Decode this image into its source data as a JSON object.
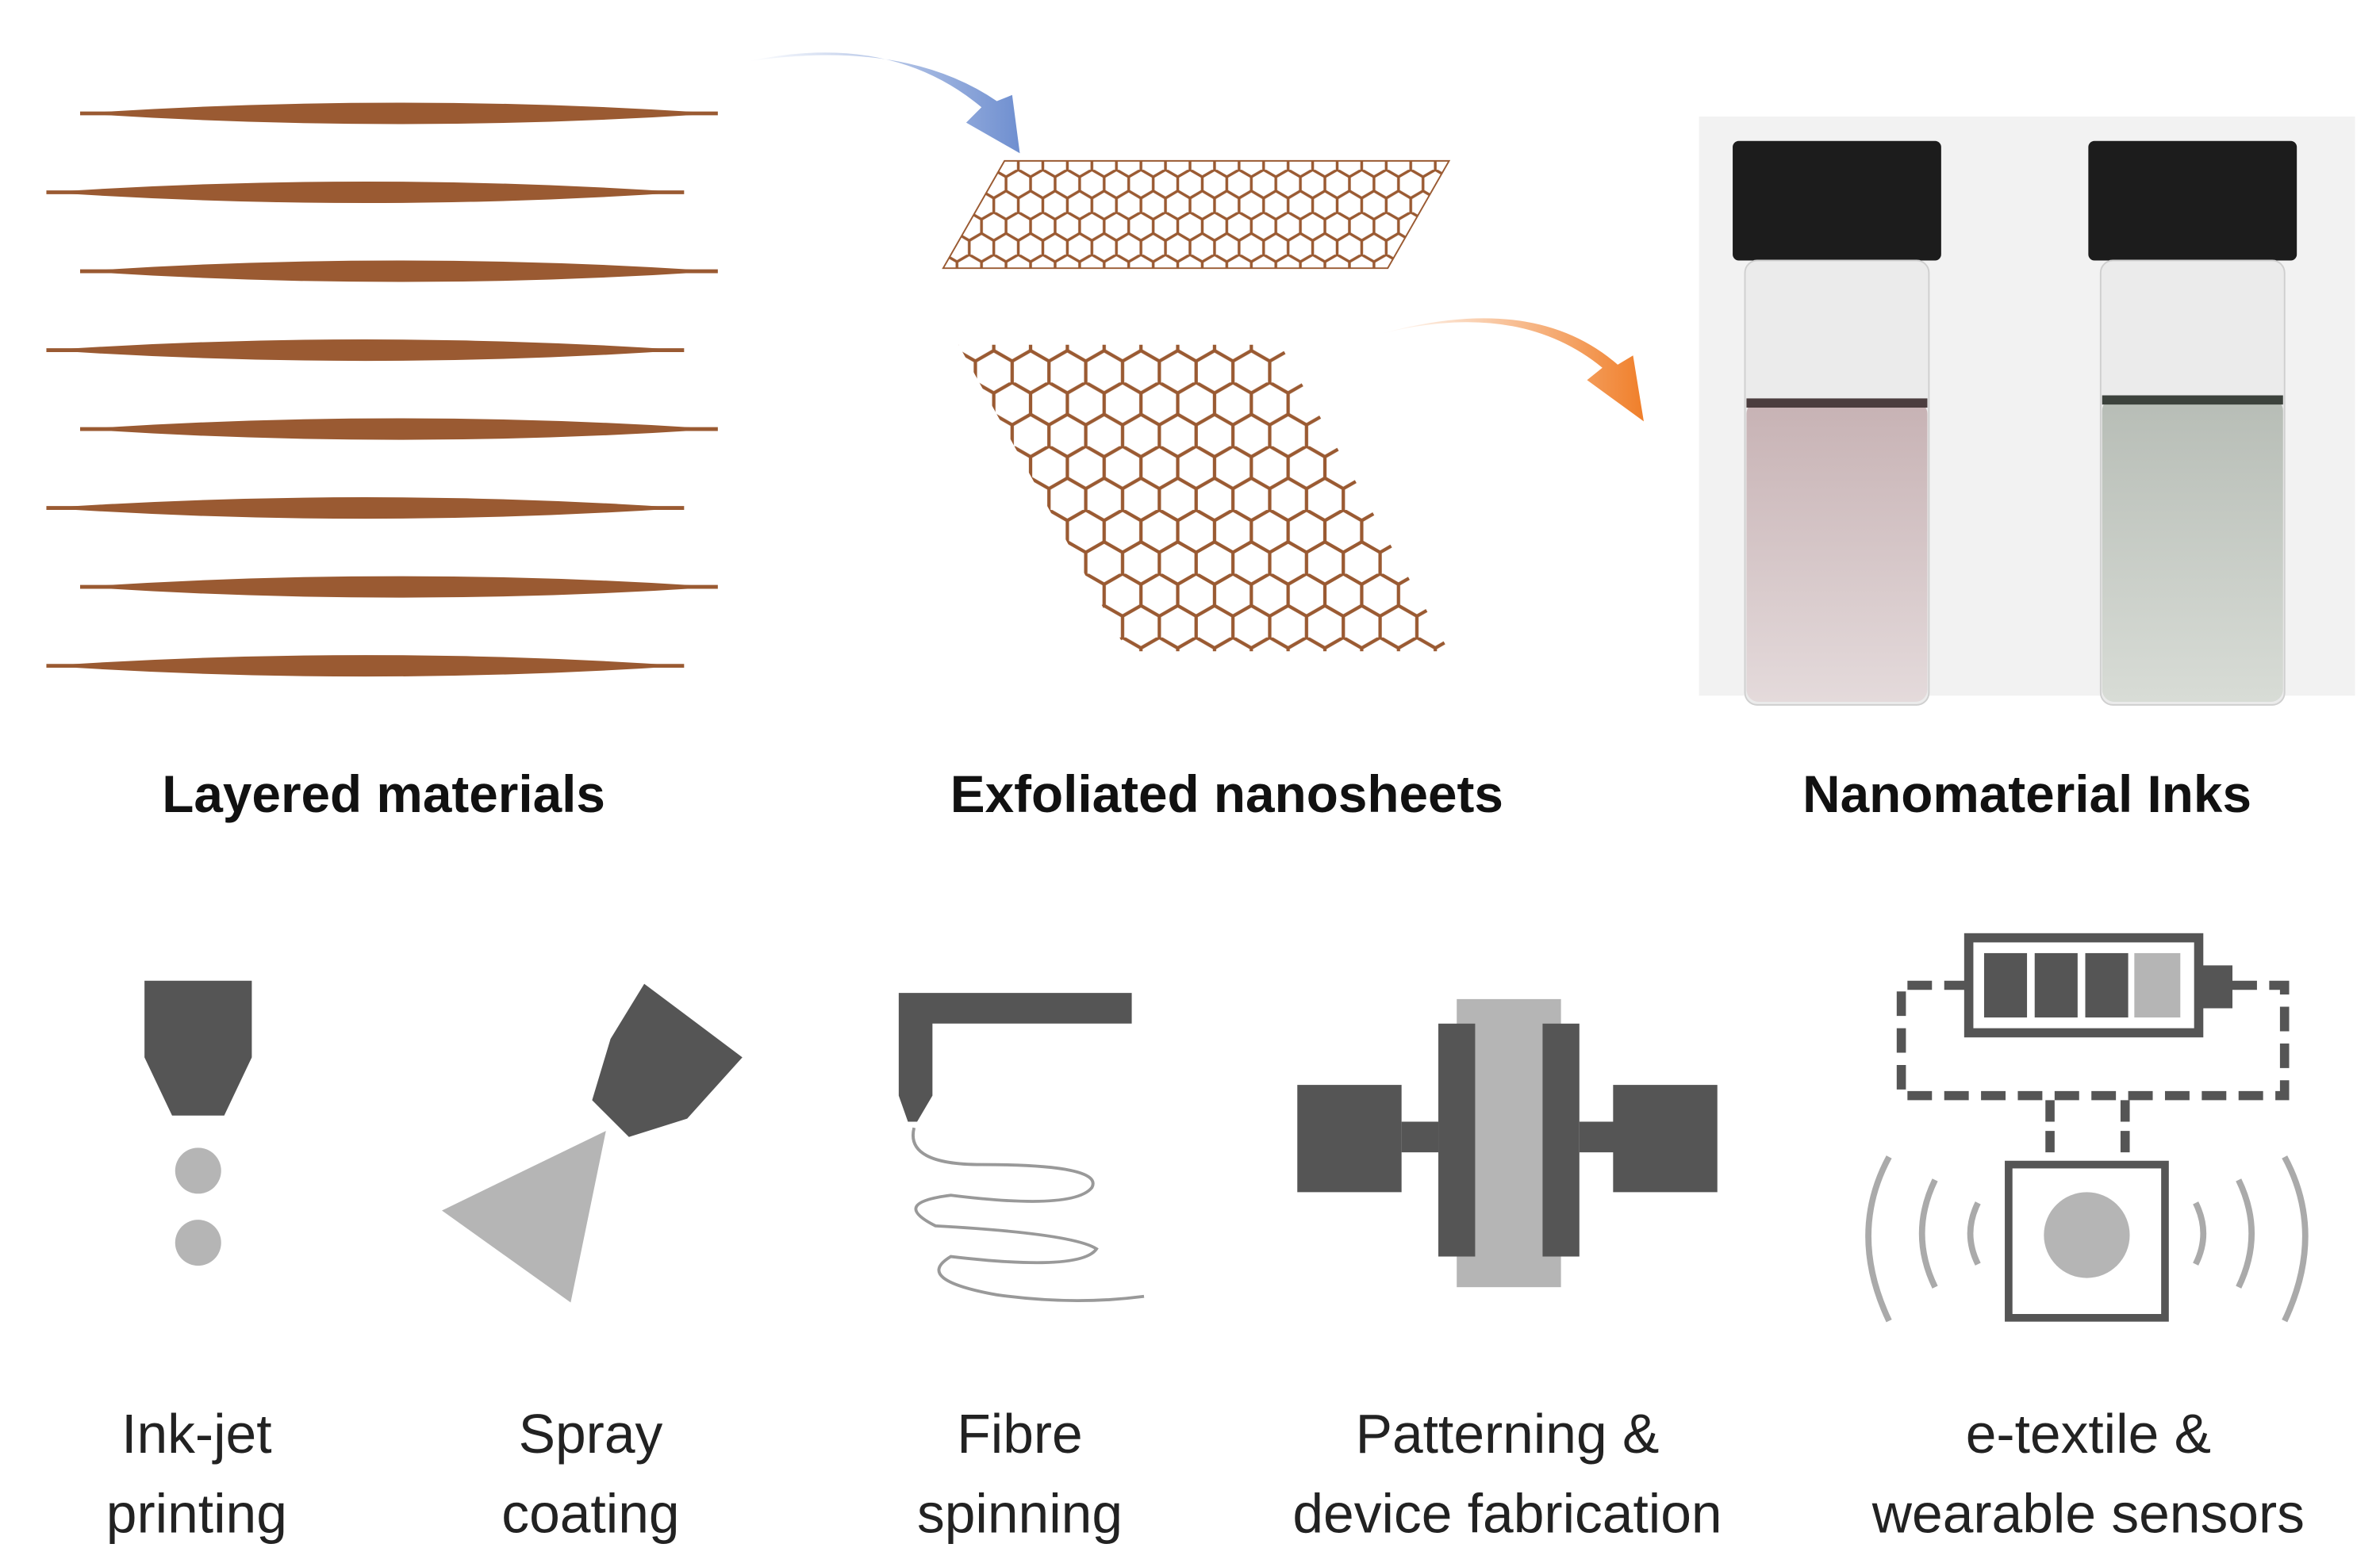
{
  "top_labels": {
    "layered": "Layered materials",
    "exfoliated": "Exfoliated nanosheets",
    "inks": "Nanomaterial Inks"
  },
  "applications": [
    {
      "line1": "Ink-jet",
      "line2": "printing"
    },
    {
      "line1": "Spray",
      "line2": "coating"
    },
    {
      "line1": "Fibre",
      "line2": "spinning"
    },
    {
      "line1": "Patterning &",
      "line2": "device fabrication"
    },
    {
      "line1": "e-textile &",
      "line2": "wearable sensors"
    }
  ],
  "colors": {
    "material": "#9a5a32",
    "arrow_blue": "#7f9fd8",
    "arrow_orange": "#f08a3a",
    "icon_dark": "#555555",
    "icon_light": "#b5b5b5"
  }
}
